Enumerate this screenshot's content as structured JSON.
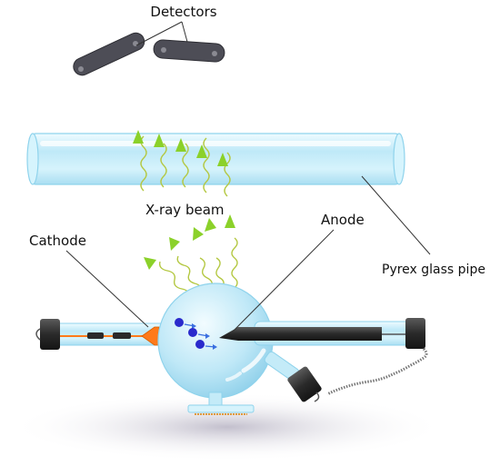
{
  "labels": {
    "detectors": "Detectors",
    "xray_beam": "X-ray beam",
    "anode": "Anode",
    "cathode": "Cathode",
    "pyrex_pipe": "Pyrex glass pipe"
  },
  "colors": {
    "glass": "#cfeffb",
    "glass_edge": "#8fd3ec",
    "detector": "#4d4d56",
    "anode_rod": "#2d2d2d",
    "electron": "#2a2acc",
    "electron_arrow": "#3a6fe0",
    "xray_wave": "#b4c842",
    "xray_arrow": "#8bd12a",
    "filament": "#ff7a1a"
  }
}
